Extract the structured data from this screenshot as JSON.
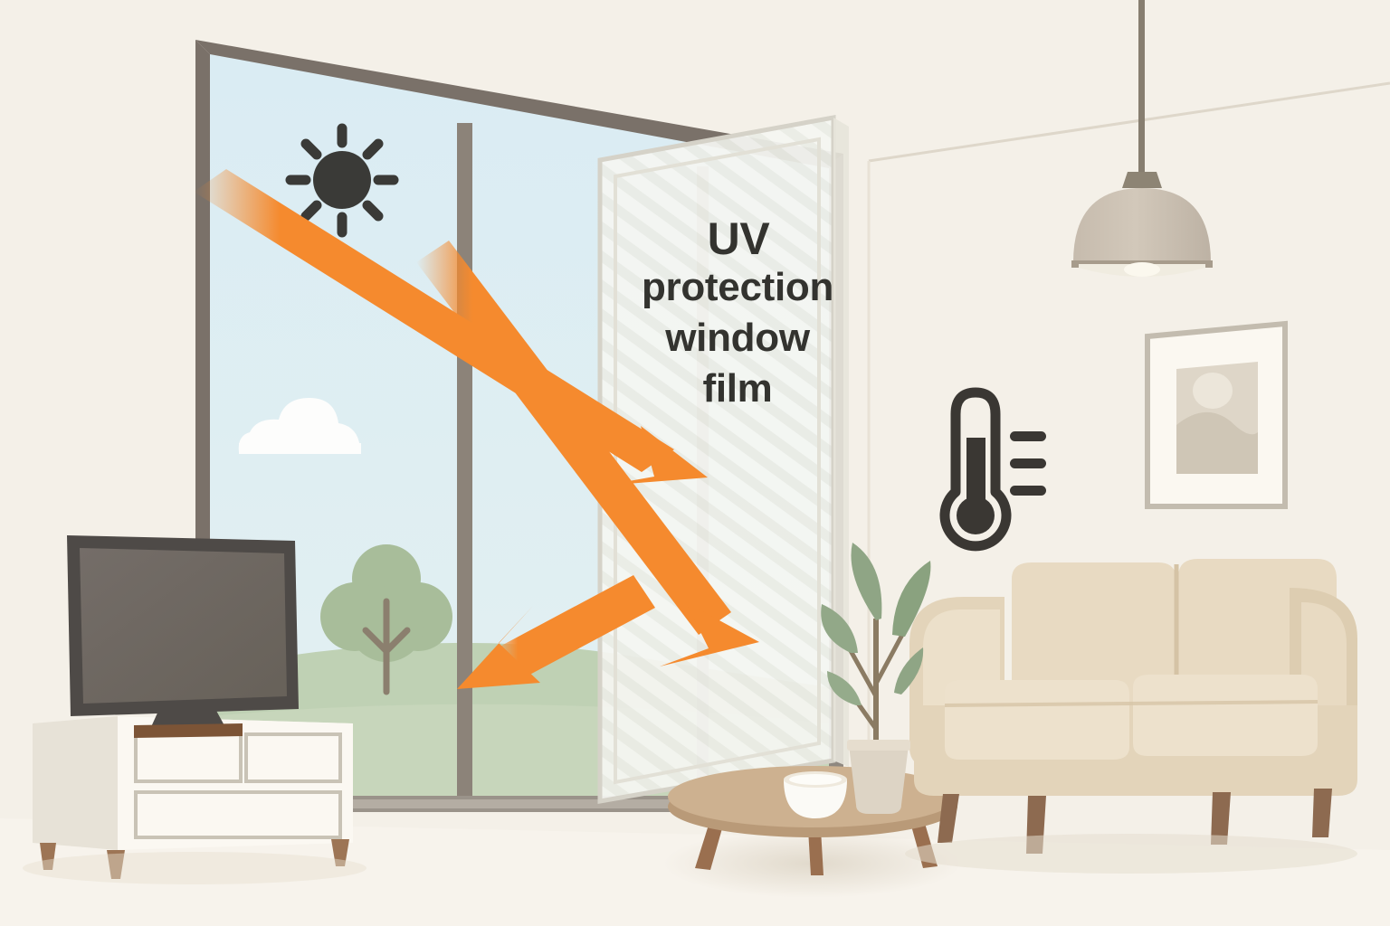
{
  "illustration": {
    "title": "UV protection window film living room illustration",
    "style": "flat vector interior scene"
  },
  "film_panel": {
    "label_line1": "UV",
    "label_line2": "protection",
    "label_line3": "window",
    "label_line4": "film",
    "hatch_pattern": "diagonal-stripes",
    "fill_color": "#f2f3ee",
    "border_color": "#d8d6cd"
  },
  "icons": {
    "sun": "sun-icon",
    "thermometer": "thermometer-icon",
    "cloud": "cloud-icon",
    "tree": "tree-icon",
    "pendant_lamp": "pendant-lamp-icon",
    "picture_frame": "picture-frame-icon",
    "plant": "potted-plant-icon",
    "bowl": "bowl-icon"
  },
  "arrows": {
    "ray_blocked_top": "uv-ray-blocked-arrow",
    "ray_blocked_mid": "uv-ray-blocked-arrow-2",
    "ray_reflected": "uv-ray-reflected-arrow",
    "color": "#f58a2e",
    "count": 3
  },
  "furniture": {
    "tv": "television",
    "tv_stand": "tv-stand",
    "sofa": "sofa",
    "coffee_table": "coffee-table",
    "plant_pot": "plant-pot"
  },
  "colors": {
    "wall": "#f4f0e8",
    "floor": "#f6f2ea",
    "sky": "#dceef4",
    "grass": "#b9cdae",
    "window_frame": "#7a7169",
    "sofa": "#e6d7bf",
    "sofa_shadow": "#d9c8ad",
    "wood": "#8d6a50",
    "tv_bezel": "#4e4a47",
    "tv_screen": "#6e6864",
    "orange": "#f58a2e",
    "dark_ink": "#33332f",
    "lamp_shade": "#cbc0b2",
    "leaf_green": "#93a888",
    "table_top": "#cdb190"
  }
}
